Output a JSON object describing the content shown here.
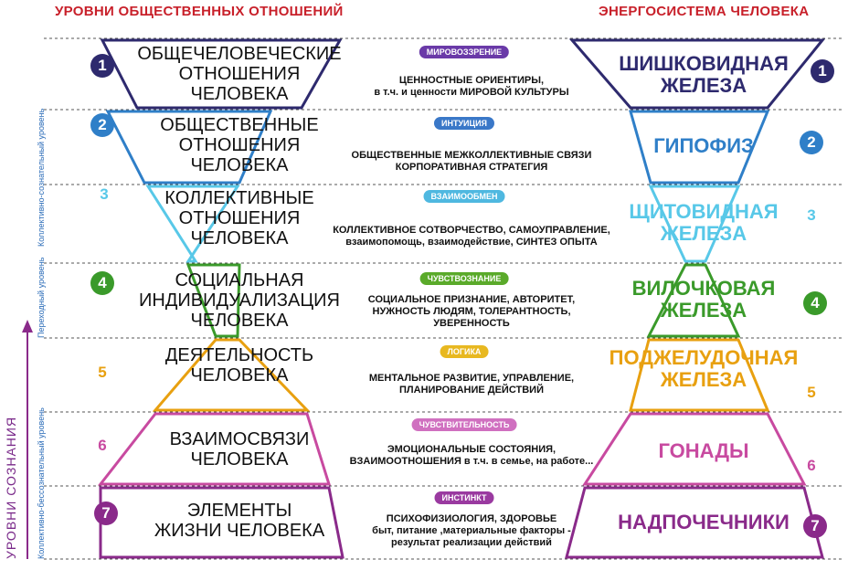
{
  "header": {
    "left": "УРОВНИ ОБЩЕСТВЕННЫХ ОТНОШЕНИЙ",
    "right": "ЭНЕРГОСИСТЕМА ЧЕЛОВЕКА"
  },
  "side_labels": {
    "upper": "Коллективно-сознательный уровень",
    "middle": "Переходный уровень",
    "lower": "Коллективно-бессознательный уровень",
    "arrow": "УРОВНИ СОЗНАНИЯ"
  },
  "levels": [
    {
      "num": "1",
      "title": [
        "ОБЩЕЧЕЛОВЕЧЕСКИЕ",
        "ОТНОШЕНИЯ",
        "ЧЕЛОВЕКА"
      ],
      "pill": "МИРОВОЗЗРЕНИЕ",
      "desc": [
        "ЦЕННОСТНЫЕ ОРИЕНТИРЫ,",
        "в т.ч. и ценности МИРОВОЙ КУЛЬТУРЫ"
      ],
      "gland": [
        "ШИШКОВИДНАЯ",
        "ЖЕЛЕЗА"
      ],
      "color": "#2e2a6e",
      "pill_color": "#6a3aa8"
    },
    {
      "num": "2",
      "title": [
        "ОБЩЕСТВЕННЫЕ",
        "ОТНОШЕНИЯ",
        "ЧЕЛОВЕКА"
      ],
      "pill": "ИНТУИЦИЯ",
      "desc": [
        "ОБЩЕСТВЕННЫЕ МЕЖКОЛЛЕКТИВНЫЕ СВЯЗИ",
        "КОРПОРАТИВНАЯ СТРАТЕГИЯ"
      ],
      "gland": [
        "ГИПОФИЗ"
      ],
      "color": "#2f7fc8",
      "pill_color": "#3a78c8"
    },
    {
      "num": "3",
      "title": [
        "КОЛЛЕКТИВНЫЕ",
        "ОТНОШЕНИЯ",
        "ЧЕЛОВЕКА"
      ],
      "pill": "ВЗАИМООБМЕН",
      "desc": [
        "КОЛЛЕКТИВНОЕ СОТВОРЧЕСТВО, САМОУПРАВЛЕНИЕ,",
        "взаимопомощь, взаимодействие, СИНТЕЗ ОПЫТА"
      ],
      "gland": [
        "ЩИТОВИДНАЯ",
        "ЖЕЛЕЗА"
      ],
      "color": "#58c8e8",
      "pill_color": "#4fb8e0"
    },
    {
      "num": "4",
      "title": [
        "СОЦИАЛЬНАЯ",
        "ИНДИВИДУАЛИЗАЦИЯ",
        "ЧЕЛОВЕКА"
      ],
      "pill": "ЧУВСТВОЗНАНИЕ",
      "desc": [
        "СОЦИАЛЬНОЕ ПРИЗНАНИЕ, АВТОРИТЕТ,",
        "НУЖНОСТЬ ЛЮДЯМ, ТОЛЕРАНТНОСТЬ,",
        "УВЕРЕННОСТЬ"
      ],
      "gland": [
        "ВИЛОЧКОВАЯ",
        "ЖЕЛЕЗА"
      ],
      "color": "#3a9a2a",
      "pill_color": "#5aaa2a"
    },
    {
      "num": "5",
      "title": [
        "ДЕЯТЕЛЬНОСТЬ",
        "ЧЕЛОВЕКА"
      ],
      "pill": "ЛОГИКА",
      "desc": [
        "МЕНТАЛЬНОЕ РАЗВИТИЕ, УПРАВЛЕНИЕ,",
        "ПЛАНИРОВАНИЕ ДЕЙСТВИЙ"
      ],
      "gland": [
        "ПОДЖЕЛУДОЧНАЯ",
        "ЖЕЛЕЗА"
      ],
      "color": "#e8a010",
      "pill_color": "#e8b820"
    },
    {
      "num": "6",
      "title": [
        "ВЗАИМОСВЯЗИ",
        "ЧЕЛОВЕКА"
      ],
      "pill": "ЧУВСТВИТЕЛЬНОСТЬ",
      "desc": [
        "ЭМОЦИОНАЛЬНЫЕ СОСТОЯНИЯ,",
        "ВЗАИМООТНОШЕНИЯ в т.ч. в семье, на работе..."
      ],
      "gland": [
        "ГОНАДЫ"
      ],
      "color": "#c84aa0",
      "pill_color": "#d070c0"
    },
    {
      "num": "7",
      "title": [
        "ЭЛЕМЕНТЫ",
        "ЖИЗНИ ЧЕЛОВЕКА"
      ],
      "pill": "ИНСТИНКТ",
      "desc": [
        "ПСИХОФИЗИОЛОГИЯ, ЗДОРОВЬЕ",
        "быт, питание ,материальные факторы -",
        "результат реализации действий"
      ],
      "gland": [
        "НАДПОЧЕЧНИКИ"
      ],
      "color": "#8a2a8a",
      "pill_color": "#9a3aa0"
    }
  ]
}
